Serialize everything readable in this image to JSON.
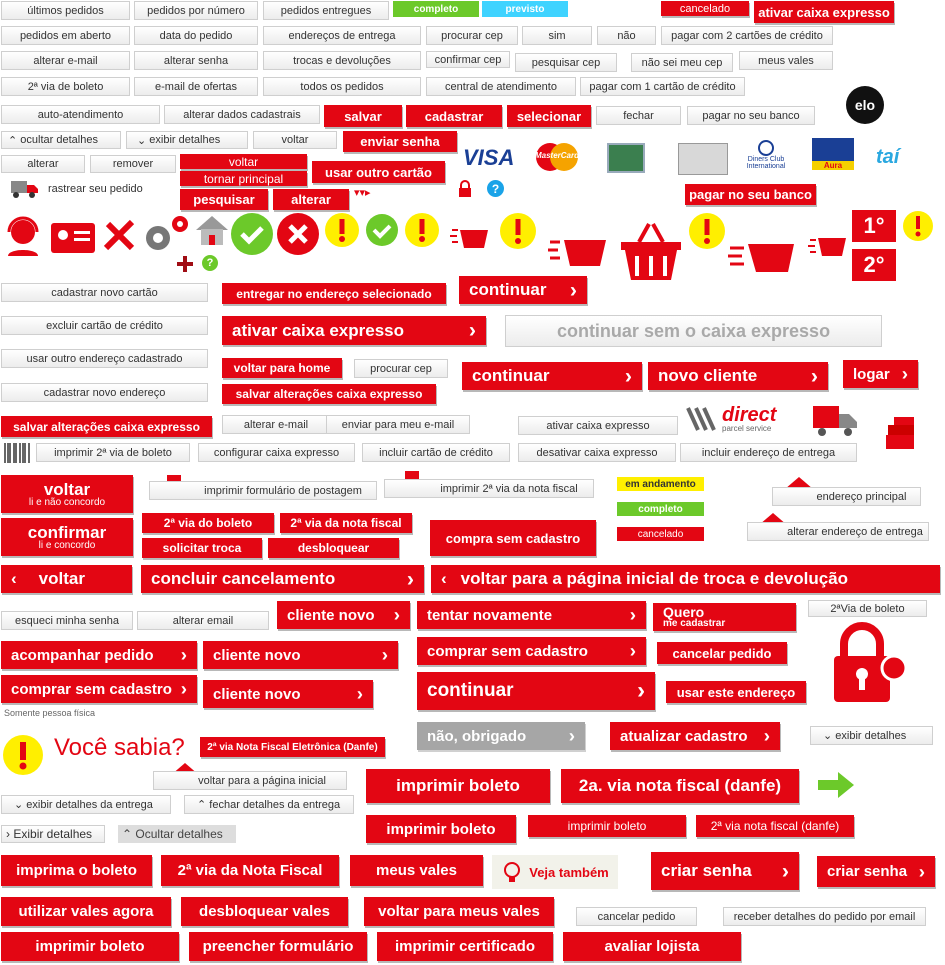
{
  "colors": {
    "red": "#e30613",
    "green": "#6cc92a",
    "yellow": "#ffef00",
    "cyan": "#3fd3ff",
    "gray": "#a6a6a6"
  },
  "gray_buttons": {
    "ultimos_pedidos": "últimos pedidos",
    "pedidos_numero": "pedidos por número",
    "pedidos_entregues": "pedidos entregues",
    "pedidos_em_aberto": "pedidos em aberto",
    "data_pedido": "data do pedido",
    "enderecos_entrega": "endereços de entrega",
    "procurar_cep": "procurar cep",
    "sim": "sim",
    "nao": "não",
    "pagar_2_cartoes": "pagar com 2 cartões de crédito",
    "alterar_email": "alterar e-mail",
    "alterar_senha": "alterar senha",
    "trocas_devolucoes": "trocas e devoluções",
    "confirmar_cep": "confirmar cep",
    "pesquisar_cep": "pesquisar cep",
    "nao_sei_cep": "não sei meu cep",
    "meus_vales": "meus vales",
    "via_boleto": "2ª via de boleto",
    "email_ofertas": "e-mail de ofertas",
    "todos_pedidos": "todos os pedidos",
    "central_atendimento": "central de atendimento",
    "pagar_1_cartao": "pagar com 1 cartão de crédito",
    "auto_atendimento": "auto-atendimento",
    "alterar_dados": "alterar dados cadastrais",
    "fechar": "fechar",
    "pagar_banco": "pagar no seu banco",
    "ocultar_detalhes": "ocultar detalhes",
    "exibir_detalhes": "exibir detalhes",
    "voltar": "voltar",
    "alterar": "alterar",
    "remover": "remover",
    "cadastrar_cartao": "cadastrar novo cartão",
    "excluir_cartao": "excluir cartão de crédito",
    "usar_outro_endereco": "usar outro endereço cadastrado",
    "procurar_cep2": "procurar cep",
    "cadastrar_endereco": "cadastrar novo endereço",
    "alterar_email2": "alterar e-mail",
    "enviar_email": "enviar para meu e-mail",
    "ativar_caixa": "ativar caixa expresso",
    "imprimir_via_boleto": "imprimir 2ª via de boleto",
    "configurar_caixa": "configurar caixa expresso",
    "incluir_cartao": "incluir cartão de crédito",
    "desativar_caixa": "desativar caixa expresso",
    "incluir_endereco": "incluir endereço de entrega",
    "imprimir_formulario": "imprimir formulário de postagem",
    "imprimir_nota": "imprimir 2ª via da nota fiscal",
    "endereco_principal": "endereço principal",
    "alterar_endereco": "alterar endereço de entrega",
    "esqueci_senha": "esqueci minha senha",
    "alterar_email3": "alterar email",
    "via_boleto2": "2ªVia de boleto",
    "exibir_detalhes2": "exibir detalhes",
    "voltar_inicial": "voltar para a página inicial",
    "exibir_detalhes_entrega": "exibir detalhes da entrega",
    "fechar_detalhes_entrega": "fechar detalhes da entrega",
    "exibir_detalhes3": "Exibir detalhes",
    "ocultar_detalhes2": "Ocultar detalhes",
    "cancelar_pedido": "cancelar pedido",
    "receber_detalhes": "receber detalhes do pedido por email",
    "rastrear": "rastrear seu pedido"
  },
  "status": {
    "completo": "completo",
    "previsto": "previsto",
    "cancelado": "cancelado",
    "em_andamento": "em andamento",
    "completo2": "completo",
    "cancelado2": "cancelado"
  },
  "red_buttons": {
    "ativar_caixa_top": "ativar caixa expresso",
    "salvar": "salvar",
    "cadastrar": "cadastrar",
    "selecionar": "selecionar",
    "enviar_senha": "enviar senha",
    "voltar": "voltar",
    "tornar_principal": "tornar principal",
    "usar_outro_cartao": "usar outro cartão",
    "pesquisar": "pesquisar",
    "alterar": "alterar",
    "pagar_banco": "pagar no seu banco",
    "entregar_endereco": "entregar no endereço selecionado",
    "continuar_top": "continuar",
    "ativar_caixa_big": "ativar caixa expresso",
    "voltar_home": "voltar para home",
    "salvar_alteracoes": "salvar alterações caixa expresso",
    "continuar_mid": "continuar",
    "novo_cliente": "novo cliente",
    "logar": "logar",
    "salvar_alteracoes2": "salvar alterações caixa expresso",
    "voltar_big": "voltar",
    "voltar_sub": "li e não concordo",
    "confirmar_big": "confirmar",
    "confirmar_sub": "li e concordo",
    "via_do_boleto": "2ª via do boleto",
    "via_nota": "2ª via da nota fiscal",
    "solicitar_troca": "solicitar troca",
    "desbloquear": "desbloquear",
    "compra_sem_cadastro": "compra sem cadastro",
    "voltar_wide": "voltar",
    "concluir_cancelamento": "concluir cancelamento",
    "voltar_pagina_troca": "voltar para a página inicial de troca e devolução",
    "cliente_novo": "cliente novo",
    "tentar_novamente": "tentar novamente",
    "quero": "Quero",
    "me_cadastrar": "me cadastrar",
    "acompanhar_pedido": "acompanhar pedido",
    "cliente_novo2": "cliente novo",
    "comprar_sem_cadastro": "comprar sem cadastro",
    "cancelar_pedido": "cancelar pedido",
    "comprar_sem_cadastro2": "comprar sem cadastro",
    "cliente_novo3": "cliente novo",
    "continuar_big": "continuar",
    "usar_este_endereco": "usar este endereço",
    "nao_obrigado": "não, obrigado",
    "atualizar_cadastro": "atualizar cadastro",
    "via_nota_danfe": "2ª via Nota Fiscal Eletrônica (Danfe)",
    "imprimir_boleto": "imprimir boleto",
    "via_danfe_big": "2a. via nota fiscal (danfe)",
    "imprimir_boleto2": "imprimir boleto",
    "imprimir_boleto3": "imprimir boleto",
    "via_danfe_small": "2ª via nota fiscal (danfe)",
    "imprima_boleto": "imprima o boleto",
    "via_nota_fiscal": "2ª via da Nota Fiscal",
    "meus_vales": "meus vales",
    "criar_senha": "criar senha",
    "criar_senha2": "criar senha",
    "utilizar_vales": "utilizar vales agora",
    "desbloquear_vales": "desbloquear vales",
    "voltar_vales": "voltar para meus vales",
    "imprimir_boleto4": "imprimir boleto",
    "preencher_formulario": "preencher formulário",
    "imprimir_certificado": "imprimir certificado",
    "avaliar_lojista": "avaliar lojista"
  },
  "labels": {
    "voce_sabia": "Você sabia?",
    "veja_tambem": "Veja também",
    "somente_pf": "Somente pessoa física",
    "rank1": "1°",
    "rank2": "2°",
    "direct": "direct",
    "direct_sub": "parcel service",
    "visa": "VISA",
    "mastercard": "MasterCard",
    "diners": "Diners Club International",
    "aura": "Aura",
    "elo": "elo",
    "tai": "taí"
  },
  "icons": [
    "question-icon",
    "headset-icon",
    "id-card-icon",
    "tools-icon",
    "gears-icon",
    "home-icon",
    "check-icon",
    "close-icon",
    "alert-icon",
    "basket-icon",
    "lock-icon",
    "key-icon",
    "truck-icon",
    "printer-icon",
    "arrow-right-icon",
    "lightbulb-icon",
    "barcode-icon",
    "plus-icon"
  ]
}
